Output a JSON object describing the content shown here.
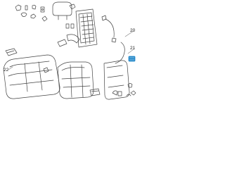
{
  "callouts": {
    "c20": "20",
    "c21": "21",
    "c22": "22"
  },
  "colors": {
    "line": "#444444",
    "highlight": "#1f86c8",
    "background": "#ffffff"
  }
}
